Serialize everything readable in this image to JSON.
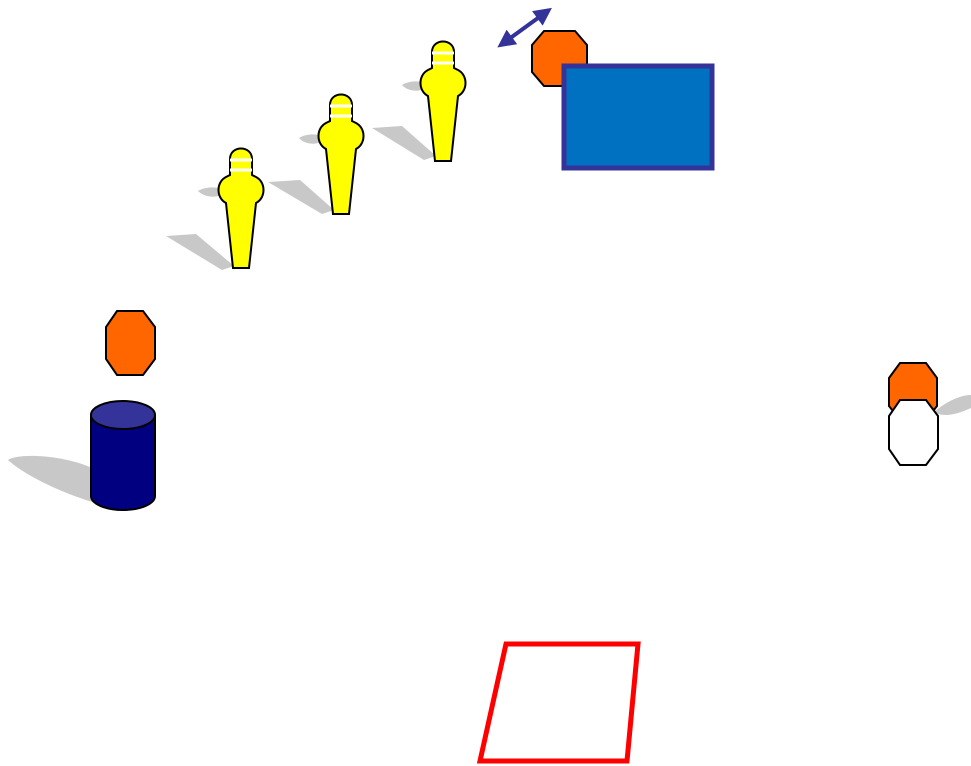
{
  "diagram": {
    "colors": {
      "background": "#ffffff",
      "shadow": "#c8c8c8",
      "mannequin_fill": "#ffff00",
      "mannequin_stroke": "#000000",
      "mannequin_stripe": "#ffffff",
      "cone_fill": "#ff6600",
      "cone_empty_fill": "#ffffff",
      "cone_stroke": "#000000",
      "barrel_fill": "#000080",
      "barrel_top": "#333399",
      "goal_fill": "#0070c0",
      "goal_stroke": "#333399",
      "arrow": "#333399",
      "zone_outline": "#ff0000"
    },
    "elements": [
      {
        "kind": "mannequin",
        "name": "mannequin-1"
      },
      {
        "kind": "mannequin",
        "name": "mannequin-2"
      },
      {
        "kind": "mannequin",
        "name": "mannequin-3"
      },
      {
        "kind": "cone",
        "name": "cone-top",
        "filled": true
      },
      {
        "kind": "cone",
        "name": "cone-left",
        "filled": true
      },
      {
        "kind": "cone",
        "name": "cone-right",
        "filled": true
      },
      {
        "kind": "cone",
        "name": "cone-right-empty",
        "filled": false
      },
      {
        "kind": "barrel",
        "name": "barrel"
      },
      {
        "kind": "goal",
        "name": "blue-goal"
      },
      {
        "kind": "arrow",
        "name": "double-arrow-icon",
        "style": "double-headed"
      },
      {
        "kind": "zone",
        "name": "red-zone"
      }
    ]
  }
}
